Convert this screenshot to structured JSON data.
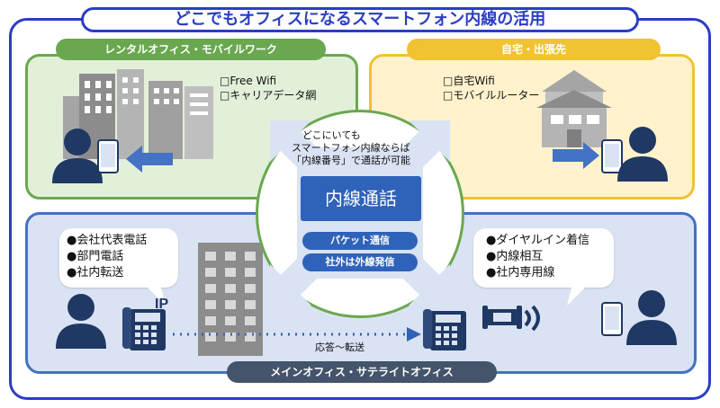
{
  "title": "どこでもオフィスになるスマートフォン内線の活用",
  "panels": {
    "rental": {
      "label": "レンタルオフィス・モバイルワーク",
      "items": [
        "□Free Wifi",
        "□キャリアデータ網"
      ]
    },
    "home": {
      "label": "自宅・出張先",
      "items": [
        "□自宅Wifi",
        "□モバイルルーター"
      ]
    },
    "main_office": {
      "label": "メインオフィス・サテライトオフィス",
      "left_items": [
        "●会社代表電話",
        "●部門電話",
        "●社内転送"
      ],
      "right_items": [
        "●ダイヤルイン着信",
        "●内線相互",
        "●社内専用線"
      ],
      "transfer_label": "応答～転送",
      "ip_label": "IP"
    }
  },
  "center": {
    "note_lines": [
      "どこにいても",
      "スマートフォン内線ならば",
      "「内線番号」で通話が可能"
    ],
    "main_label": "内線通話",
    "pill_1": "パケット通信",
    "pill_2": "社外は外線発信"
  },
  "colors": {
    "frame_blue": "#2b3ec4",
    "green": "#6aa84f",
    "yellow": "#f1c232",
    "main_blue": "#4472c4",
    "pill_blue": "#2f62b9",
    "person": "#1f3864"
  }
}
